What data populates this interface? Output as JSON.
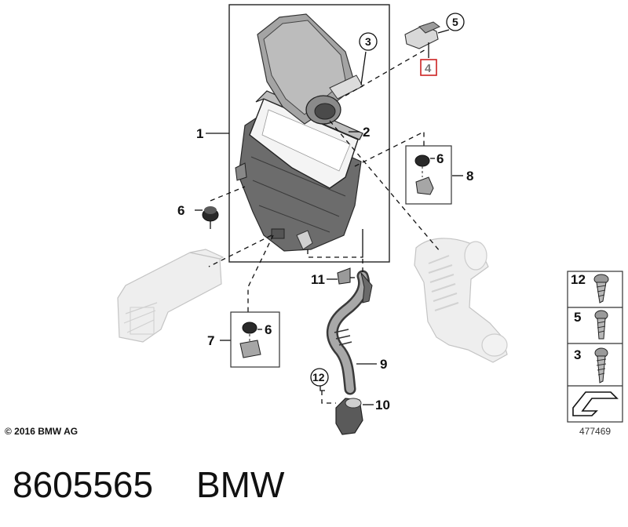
{
  "callouts": {
    "p1": "1",
    "p2": "2",
    "p3": "3",
    "p4": "4",
    "p5": "5",
    "p6_left": "6",
    "p6_box_right": "6",
    "p6_box_left": "6",
    "p7": "7",
    "p8": "8",
    "p9": "9",
    "p10": "10",
    "p11": "11",
    "p12": "12"
  },
  "legend": {
    "row1": "12",
    "row2": "5",
    "row3": "3"
  },
  "copyright": "© 2016 BMW AG",
  "diagram_number": "477469",
  "footer": {
    "part_number": "8605565",
    "brand": "BMW"
  },
  "colors": {
    "highlight_box": "#cc2222",
    "line": "#111111",
    "ghost_part": "#eeeeee"
  }
}
